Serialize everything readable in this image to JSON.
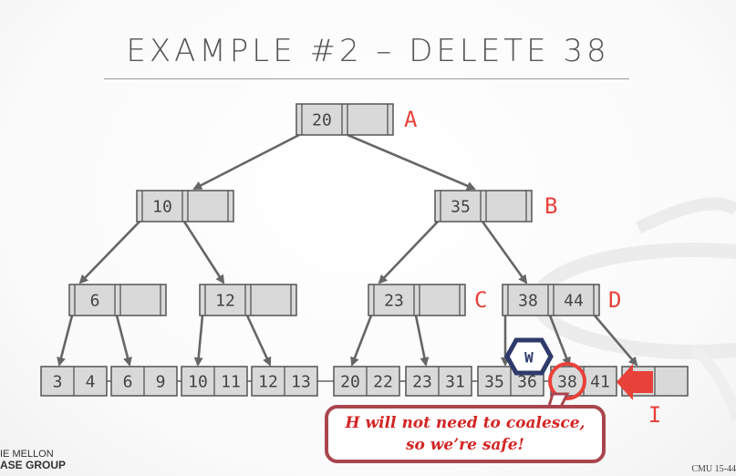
{
  "slide": {
    "title": "EXAMPLE #2 – DELETE 38",
    "callout_text": "H will not need to coalesce, so we’re safe!",
    "footer_left_line1": "IE MELLON",
    "footer_left_line2": "ASE GROUP",
    "footer_right": "CMU 15-44"
  },
  "tree": {
    "root": {
      "label": "A",
      "keys": [
        "20",
        ""
      ]
    },
    "level2": [
      {
        "label": "",
        "keys": [
          "10",
          ""
        ]
      },
      {
        "label": "B",
        "keys": [
          "35",
          ""
        ]
      }
    ],
    "level3": [
      {
        "label": "",
        "keys": [
          "6",
          ""
        ]
      },
      {
        "label": "",
        "keys": [
          "12",
          ""
        ]
      },
      {
        "label": "C",
        "keys": [
          "23",
          ""
        ]
      },
      {
        "label": "D",
        "keys": [
          "38",
          "44"
        ]
      }
    ],
    "leaves": [
      {
        "keys": [
          "3",
          "4"
        ]
      },
      {
        "keys": [
          "6",
          "9"
        ]
      },
      {
        "keys": [
          "10",
          "11"
        ]
      },
      {
        "keys": [
          "12",
          "13"
        ]
      },
      {
        "keys": [
          "20",
          "22"
        ]
      },
      {
        "keys": [
          "23",
          "31"
        ]
      },
      {
        "keys": [
          "35",
          "36"
        ]
      },
      {
        "keys": [
          "38",
          "41"
        ]
      },
      {
        "keys": [
          "",
          ""
        ]
      }
    ],
    "new_leaf_label": "I",
    "latch_badge": "W"
  },
  "colors": {
    "node_fill": "#d9d9d9",
    "node_stroke": "#555555",
    "label_red": "#e8413a",
    "badge_navy": "#2f3a6b",
    "callout_border": "#a9454d",
    "callout_text": "#d32525"
  }
}
